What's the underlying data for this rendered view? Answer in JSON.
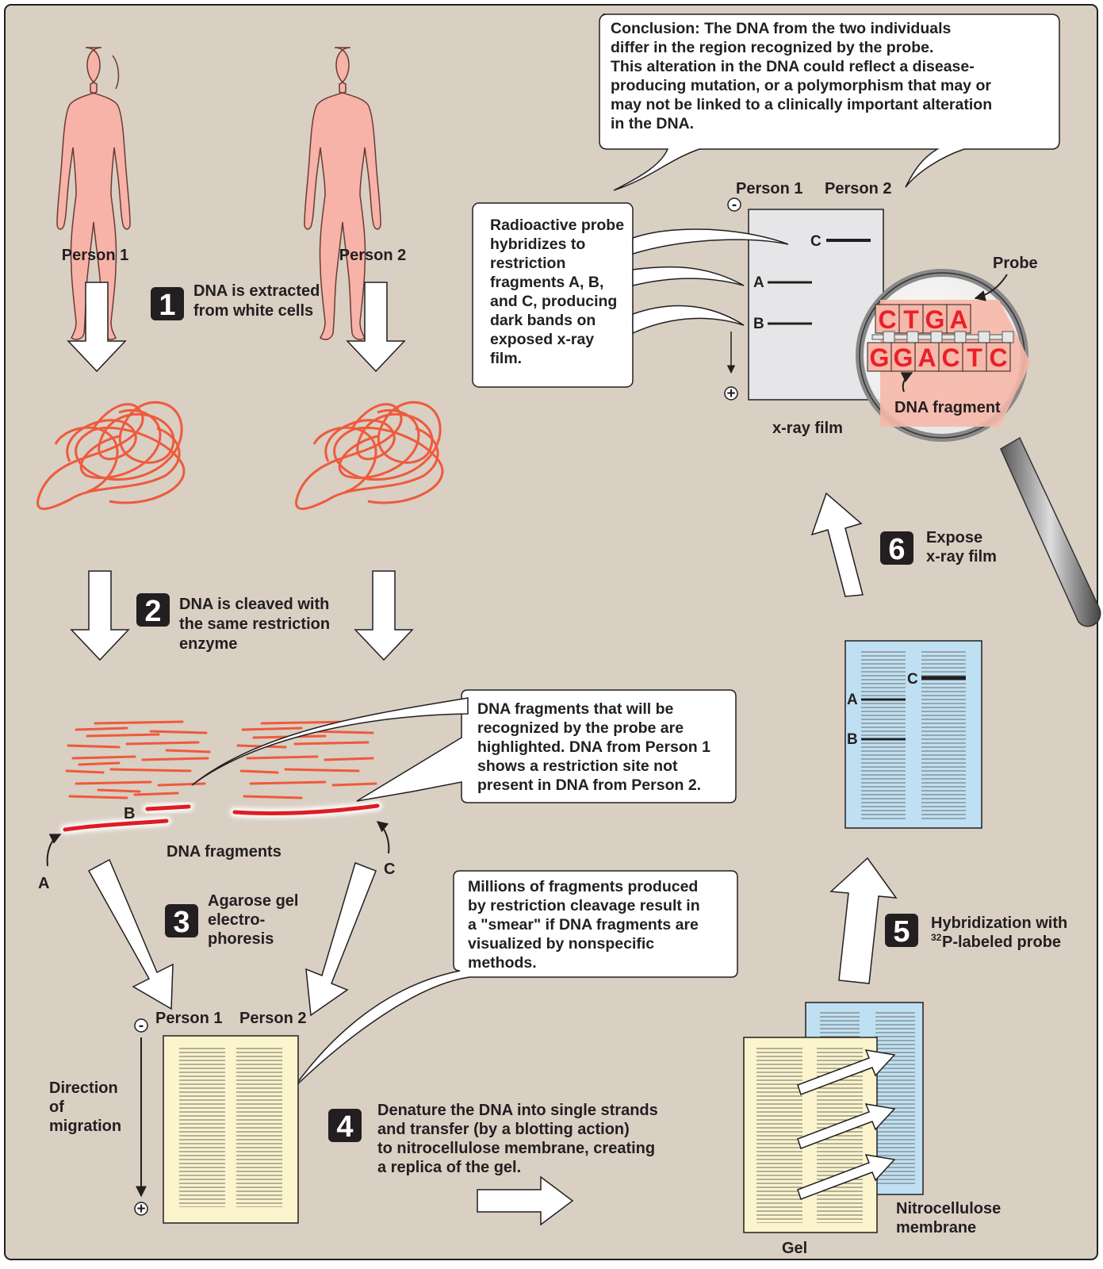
{
  "colors": {
    "background": "#d9cfc3",
    "body": "#f7b3a8",
    "dna": "#ef5a3c",
    "highlight": "#e01b24",
    "gel": "#fbf4cc",
    "membrane": "#bfe0f2",
    "film": "#e6e6e8",
    "badge": "#231f20"
  },
  "people": {
    "person1": "Person 1",
    "person2": "Person 2"
  },
  "steps": [
    {
      "number": "1",
      "lines": [
        "DNA is extracted",
        "from white cells"
      ]
    },
    {
      "number": "2",
      "lines": [
        "DNA is cleaved with",
        "the same restriction",
        "enzyme"
      ]
    },
    {
      "number": "3",
      "lines": [
        "Agarose gel",
        "electro-",
        "phoresis"
      ]
    },
    {
      "number": "4",
      "lines": [
        "Denature the DNA into single strands",
        "and transfer (by a blotting action)",
        "to nitrocellulose membrane, creating",
        "a replica of the gel."
      ]
    },
    {
      "number": "5",
      "line1": "Hybridization with",
      "superscript": "32",
      "line2_rest": "P-labeled probe"
    },
    {
      "number": "6",
      "lines": [
        "Expose",
        "x-ray film"
      ]
    }
  ],
  "callouts": {
    "conclusion": [
      "Conclusion: The DNA from the two individuals",
      "differ in the region recognized by the probe.",
      "This alteration in the DNA could reflect a disease-",
      "producing mutation, or a polymorphism that may or",
      "may not be linked to a clinically important alteration",
      "in the DNA."
    ],
    "probe": [
      "Radioactive probe",
      "hybridizes to",
      "restriction",
      "fragments A, B,",
      "and C, producing",
      "dark bands on",
      "exposed x-ray",
      "film."
    ],
    "fragments": [
      "DNA fragments that will be",
      "recognized by the probe are",
      "highlighted. DNA from Person 1",
      "shows a restriction site not",
      "present in DNA from Person 2."
    ],
    "smear": [
      "Millions of fragments produced",
      "by restriction cleavage result in",
      "a \"smear\" if DNA fragments are",
      "visualized by nonspecific",
      "methods."
    ]
  },
  "labels": {
    "fragment_a": "A",
    "fragment_b": "B",
    "fragment_c": "C",
    "dna_fragments": "DNA fragments",
    "direction": [
      "Direction",
      "of",
      "migration"
    ],
    "minus": "-",
    "plus": "+",
    "gel": "Gel",
    "membrane": [
      "Nitrocellulose",
      "membrane"
    ],
    "xray_film": "x-ray film",
    "probe": "Probe",
    "dna_fragment": "DNA fragment"
  },
  "probe_sequence": [
    "C",
    "T",
    "G",
    "A"
  ],
  "dna_sequence": [
    "G",
    "G",
    "A",
    "C",
    "T",
    "C"
  ]
}
